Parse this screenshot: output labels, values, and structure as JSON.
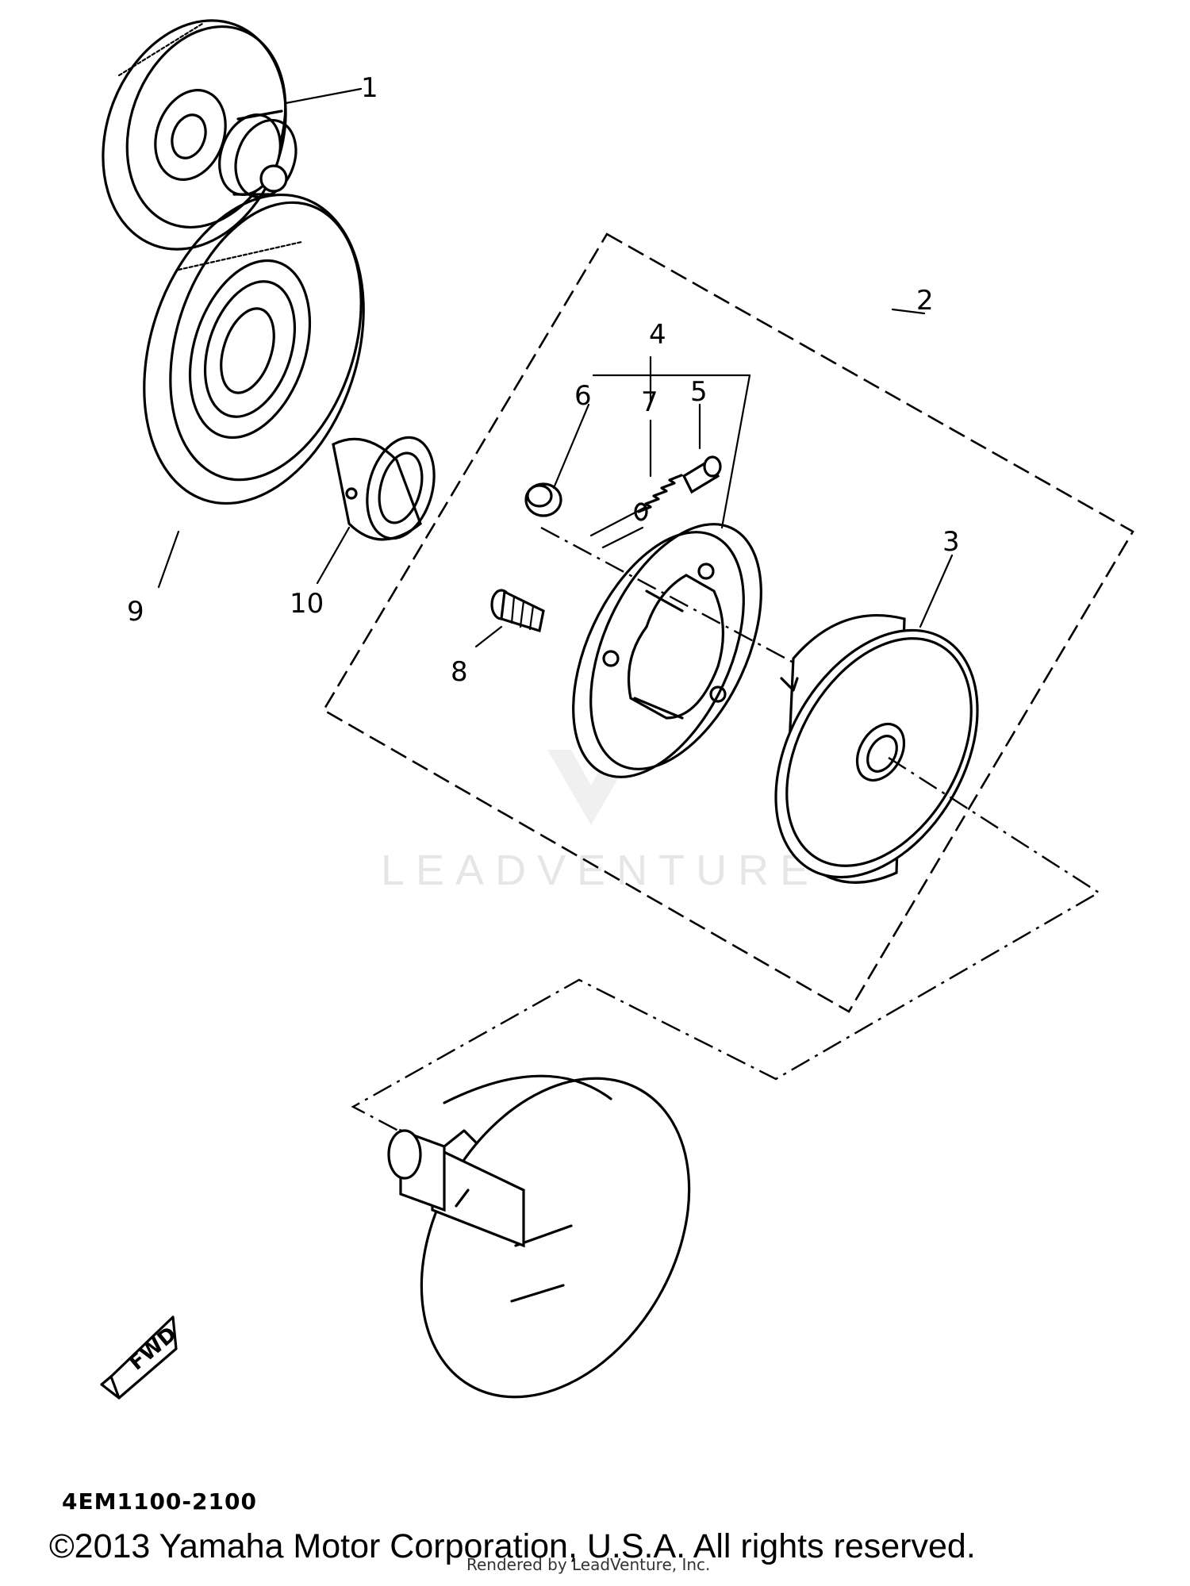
{
  "diagram": {
    "callouts": [
      "1",
      "2",
      "3",
      "4",
      "5",
      "6",
      "7",
      "8",
      "9",
      "10"
    ],
    "fwd_label": "FWD",
    "watermark": "LEADVENTURE"
  },
  "footer": {
    "drawing_code": "4EM1100-2100",
    "copyright": "©2013 Yamaha Motor Corporation, U.S.A. All rights reserved.",
    "rendered_by": "Rendered by LeadVenture, Inc."
  }
}
